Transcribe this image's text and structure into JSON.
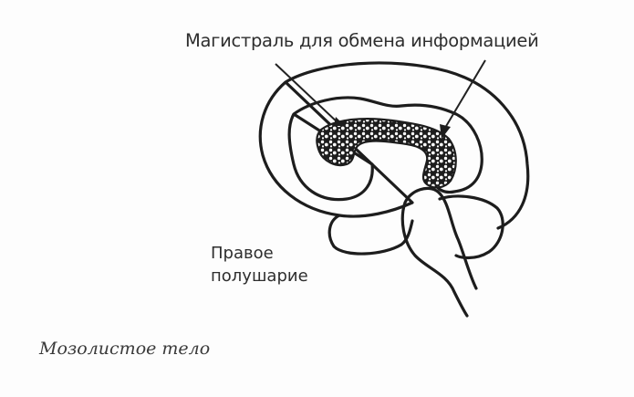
{
  "diagram": {
    "type": "anatomical-illustration",
    "subject": "sagittal section of the brain",
    "labels": {
      "callout": "Магистраль для обмена информацией",
      "hemisphere_line1": "Правое",
      "hemisphere_line2": "полушарие"
    },
    "caption": "Мозолистое тело",
    "structures": [
      {
        "name": "outer-cortex-contour"
      },
      {
        "name": "inner-cingulate-contour"
      },
      {
        "name": "corpus-callosum",
        "fill": "textured-dark"
      },
      {
        "name": "cerebellum"
      },
      {
        "name": "brainstem"
      },
      {
        "name": "temporal-lobe-contour"
      }
    ],
    "pointers": [
      {
        "from": "callout",
        "to": "corpus-callosum-genu"
      },
      {
        "from": "callout",
        "to": "corpus-callosum-splenium"
      }
    ],
    "colors": {
      "ink": "#1d1d1d",
      "text": "#2e2e2e",
      "background": "#fdfdfd"
    }
  }
}
